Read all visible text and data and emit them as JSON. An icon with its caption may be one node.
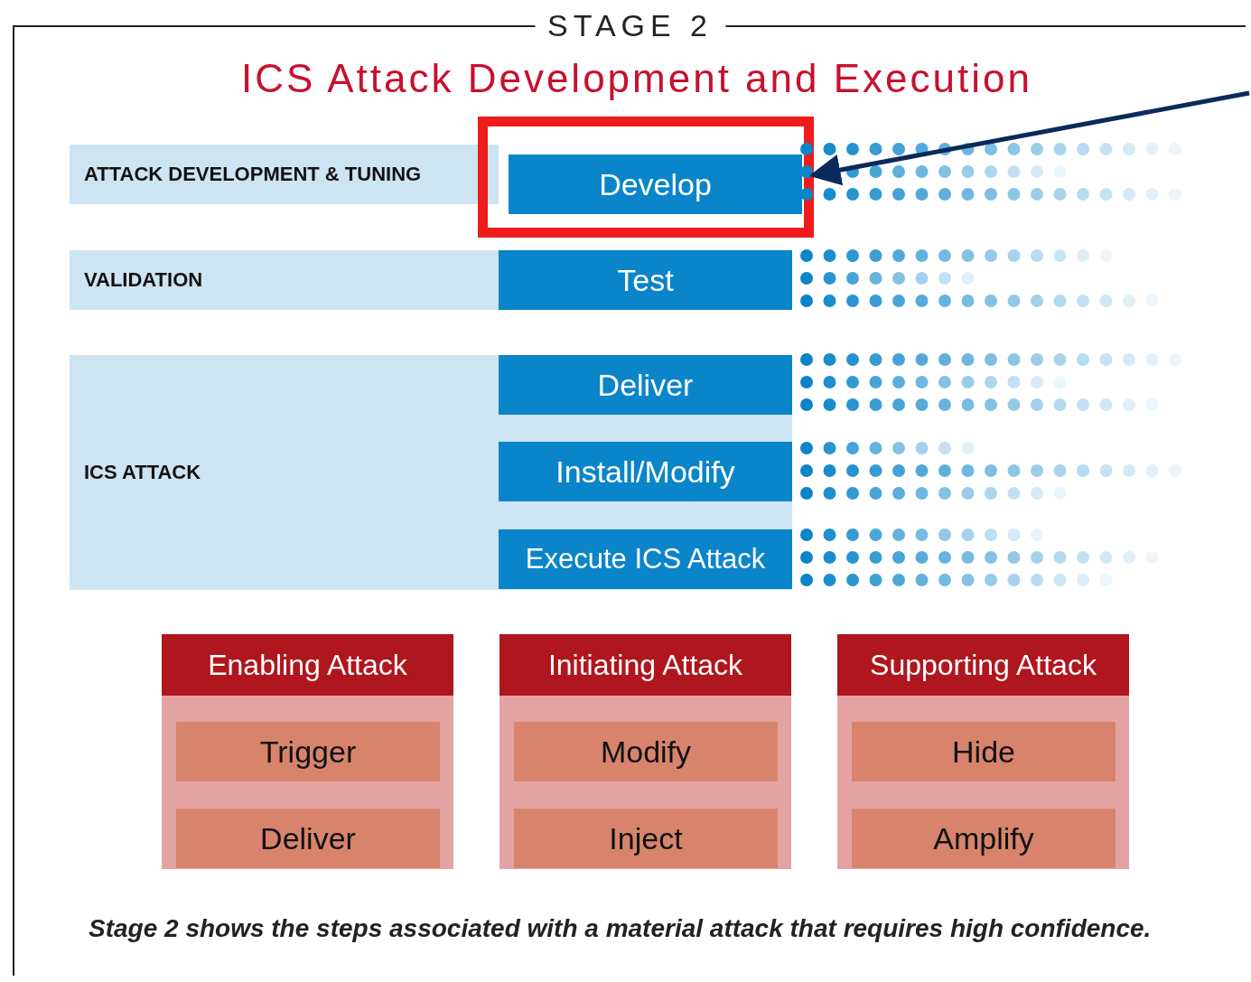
{
  "diagram": {
    "title": "ICS Attack Development and Execution",
    "caption": "Stage 2 shows the steps associated with a material attack that requires high confidence.",
    "nodes": [
      {
        "text": [
          "STAGE 2"
        ]
      },
      {
        "text": [
          "ATTACK DEVELOPMENT & TUNING"
        ],
        "in": 0
      },
      {
        "text": [],
        "shape": "box",
        "in": 0
      },
      {
        "text": [
          "Develop"
        ],
        "in": 2
      },
      {
        "text": [
          "VALIDATION"
        ],
        "in": 0
      },
      {
        "text": [
          "Test"
        ],
        "in": 0
      },
      {
        "text": [
          "ICS ATTACK"
        ],
        "in": 0
      },
      {
        "text": [
          "Deliver"
        ],
        "in": 6
      },
      {
        "text": [
          "Install/Modify"
        ],
        "in": 6
      },
      {
        "text": [
          "Execute ICS Attack"
        ],
        "in": 6
      },
      {
        "text": [
          "Enabling Attack"
        ],
        "in": 0
      },
      {
        "text": [
          "Trigger"
        ],
        "in": 10
      },
      {
        "text": [
          "Deliver"
        ],
        "in": 10
      },
      {
        "text": [
          "Initiating Attack"
        ],
        "in": 0
      },
      {
        "text": [
          "Modify"
        ],
        "in": 13
      },
      {
        "text": [
          "Inject"
        ],
        "in": 13
      },
      {
        "text": [
          "Supporting Attack"
        ],
        "in": 0
      },
      {
        "text": [
          "Hide"
        ],
        "in": 16
      },
      {
        "text": [
          "Amplify"
        ],
        "in": 16
      }
    ],
    "edges": [
      {
        "from": null,
        "to": 2,
        "arrow": "to"
      }
    ]
  }
}
